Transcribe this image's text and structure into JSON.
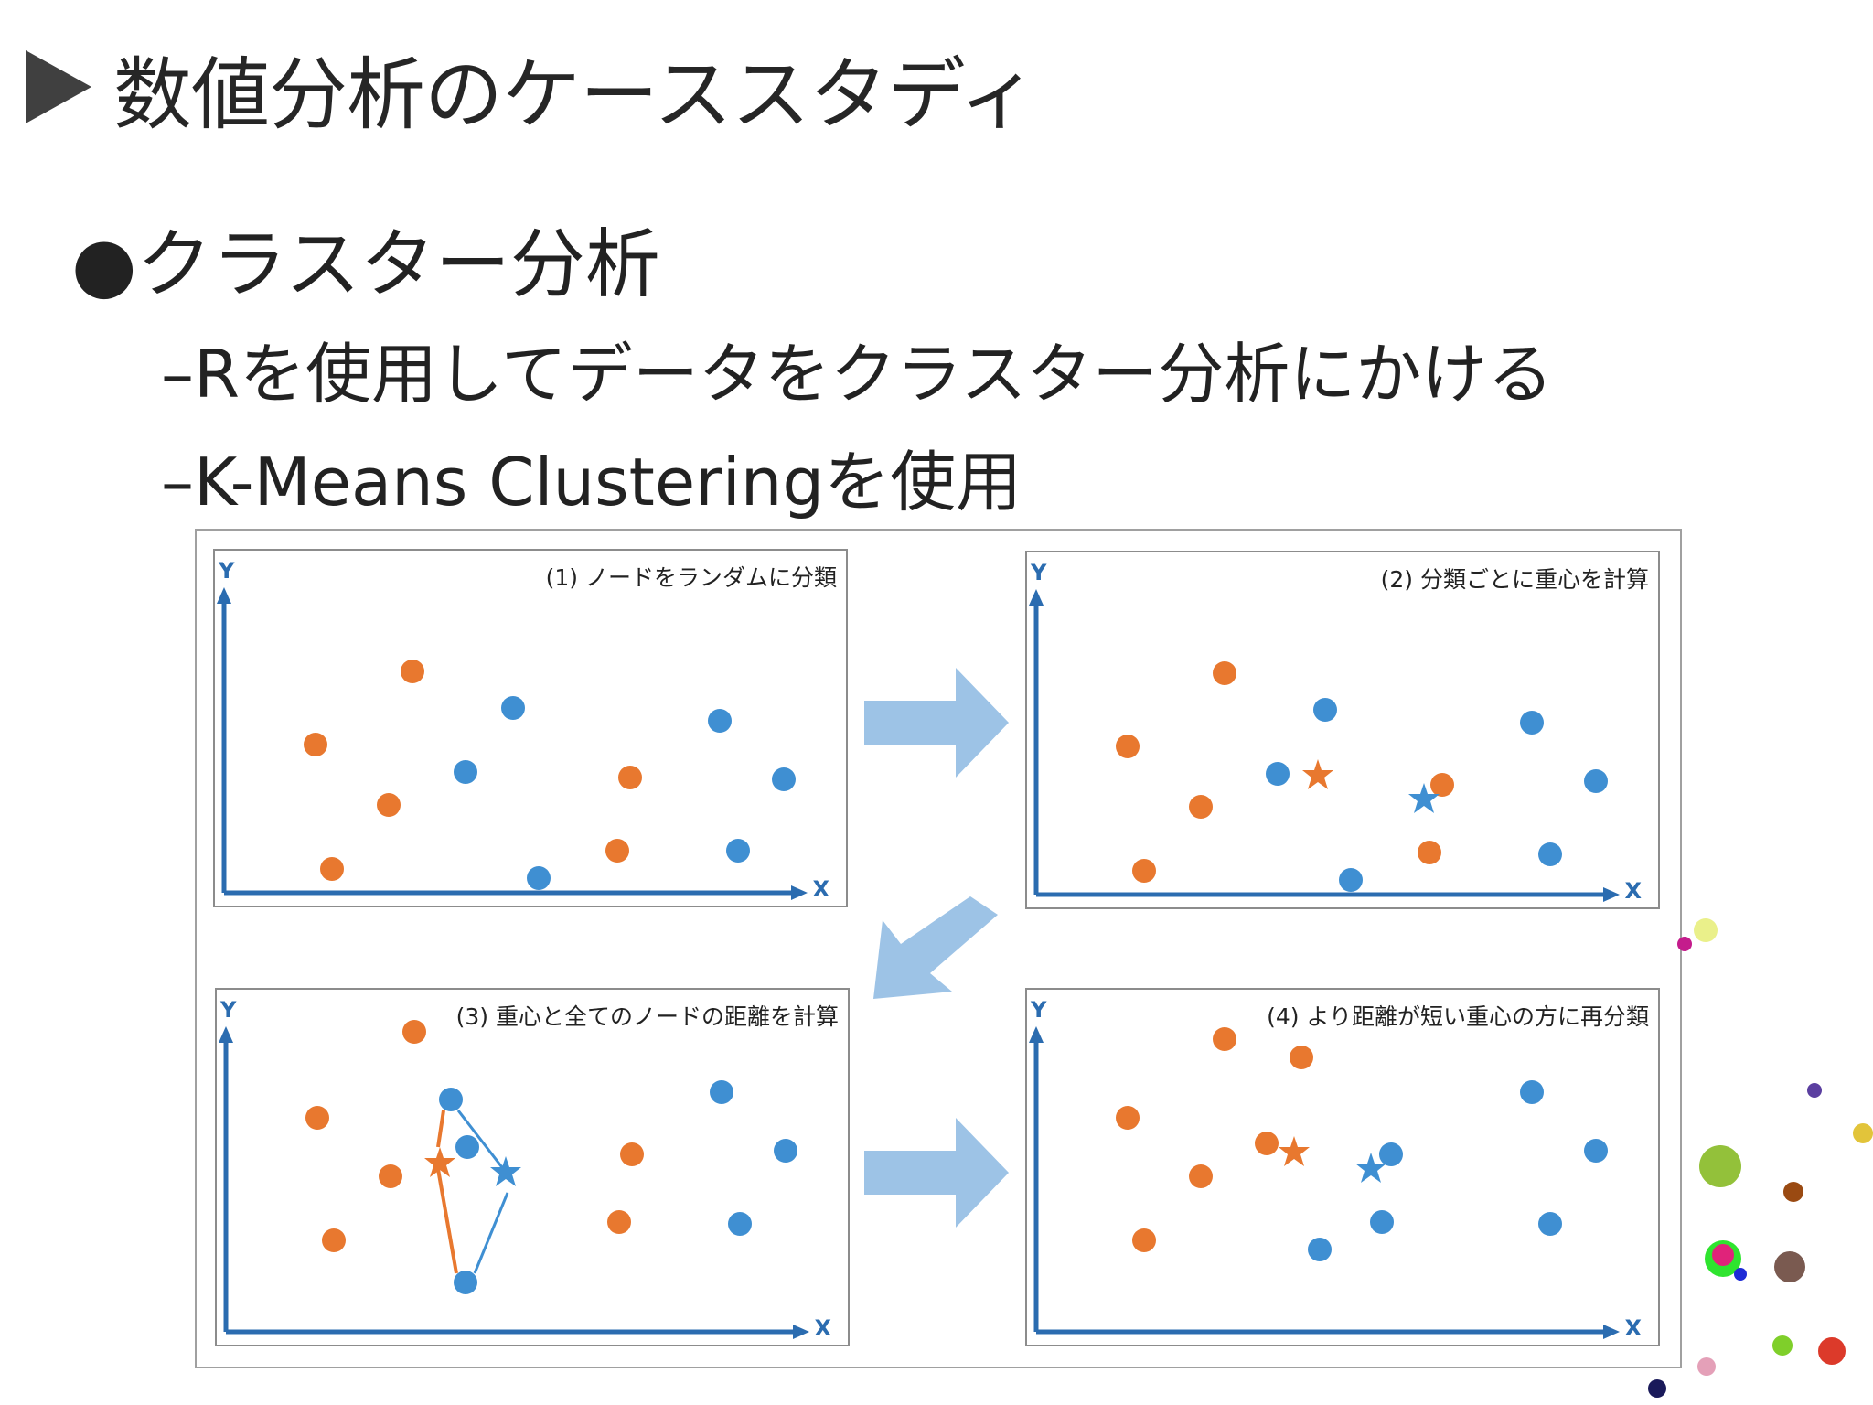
{
  "slide": {
    "title": "数値分析のケーススタディ",
    "bullet": "●クラスター分析",
    "subs": [
      "–Rを使用してデータをクラスター分析にかける",
      "–K-Means Clusteringを使用"
    ]
  },
  "figure": {
    "axis_labels": {
      "x": "X",
      "y": "Y"
    },
    "colors": {
      "orange": "#e8782f",
      "blue": "#3f8fd2",
      "axis": "#2b6cb0",
      "arrow": "#9dc3e6"
    },
    "panels": [
      {
        "title": "(1) ノードをランダムに分類"
      },
      {
        "title": "(2) 分類ごとに重心を計算"
      },
      {
        "title": "(3) 重心と全てのノードの距離を計算"
      },
      {
        "title": "(4) より距離が短い重心の方に再分類"
      }
    ]
  }
}
